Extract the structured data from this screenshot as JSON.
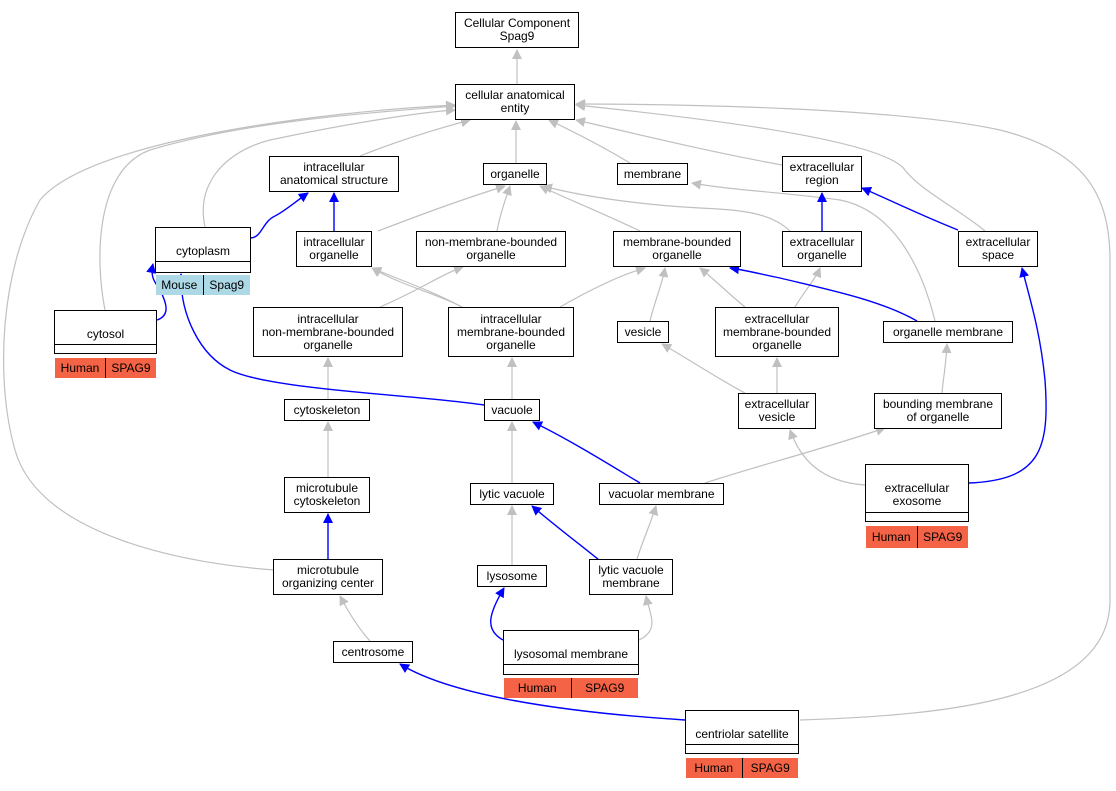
{
  "diagram": {
    "colors": {
      "human": "#f46345",
      "mouse": "#add8e6",
      "is_a_edge": "#c0c0c0",
      "part_of_edge": "#0000ff"
    },
    "nodes": {
      "root": "Cellular Component\nSpag9",
      "cae": "cellular anatomical\nentity",
      "ias": "intracellular\nanatomical structure",
      "organelle": "organelle",
      "membrane": "membrane",
      "ecr": "extracellular\nregion",
      "cytoplasm": "cytoplasm",
      "icorg": "intracellular\norganelle",
      "nmbo": "non-membrane-bounded\norganelle",
      "mbo": "membrane-bounded\norganelle",
      "ecorg": "extracellular\norganelle",
      "ecspace": "extracellular\nspace",
      "cytosol": "cytosol",
      "icnmbo": "intracellular\nnon-membrane-bounded\norganelle",
      "icmbo": "intracellular\nmembrane-bounded\norganelle",
      "vesicle": "vesicle",
      "ecmbo": "extracellular\nmembrane-bounded\norganelle",
      "orgmem": "organelle membrane",
      "cytoskeleton": "cytoskeleton",
      "vacuole": "vacuole",
      "ecves": "extracellular\nvesicle",
      "bmo": "bounding membrane\nof organelle",
      "mtcyto": "microtubule\ncytoskeleton",
      "lytvac": "lytic vacuole",
      "vacmem": "vacuolar membrane",
      "exosome": "extracellular\nexosome",
      "mtoc": "microtubule\norganizing center",
      "lysosome": "lysosome",
      "lvm": "lytic vacuole\nmembrane",
      "lysmem": "lysosomal membrane",
      "centrosome": "centrosome",
      "censat": "centriolar satellite"
    },
    "annotations": {
      "cytoplasm": [
        "Mouse",
        "Spag9"
      ],
      "cytosol": [
        "Human",
        "SPAG9"
      ],
      "exosome": [
        "Human",
        "SPAG9"
      ],
      "lysmem": [
        "Human",
        "SPAG9"
      ],
      "censat": [
        "Human",
        "SPAG9"
      ]
    }
  }
}
